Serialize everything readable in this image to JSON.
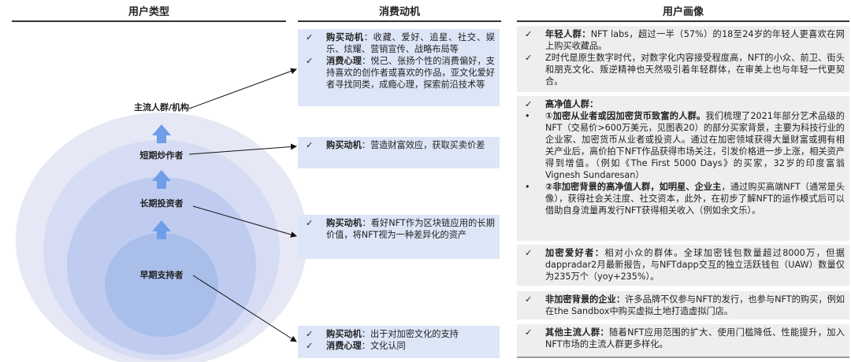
{
  "headers": {
    "col1": "用户类型",
    "col2": "消费动机",
    "col3": "用户画像"
  },
  "user_types": [
    "主流人群/机构",
    "短期炒作者",
    "长期投资者",
    "早期支持者"
  ],
  "check": "✓",
  "bullet": "•",
  "motives": [
    [
      {
        "k": "购买动机",
        "v": "：收藏、爱好、追星、社交、娱乐、炫耀、营销宣传、战略布局等"
      },
      {
        "k": "消费心理",
        "v": "：悦己、张扬个性的消费偏好，支持喜欢的创作者或喜欢的作品，亚文化爱好者寻找同类，成瘾心理，探索前沿技术等"
      }
    ],
    [
      {
        "k": "购买动机",
        "v": "：营造财富效应，获取买卖价差"
      }
    ],
    [
      {
        "k": "购买动机",
        "v": "：看好NFT作为区块链应用的长期价值，将NFT视为一种差异化的资产"
      }
    ],
    [
      {
        "k": "购买动机",
        "v": "：出于对加密文化的支持"
      },
      {
        "k": "消费心理",
        "v": "：文化认同"
      }
    ]
  ],
  "portraits": {
    "young": [
      {
        "k": "年轻人群：",
        "v": "NFT labs，超过一半（57%）的18至24岁的年轻人更喜欢在网上购买收藏品。"
      },
      {
        "k": "",
        "v": "Z时代是原生数字时代，对数字化内容接受程度高，NFT的小众、前卫、街头和朋克文化、叛逆精神也天然吸引着年轻群体，在审美上也与年轻一代更契合。"
      }
    ],
    "hnw": {
      "title": "高净值人群：",
      "items": [
        {
          "k": "①加密从业者或因加密货币致富的人群。",
          "v": "我们梳理了2021年部分艺术品级的NFT（交易价>600万美元，见图表20）的部分买家背景，主要为科技行业的企业家、加密货币从业者或投资人。通过在加密领域获得大量财富或拥有相关产业后，高价拍下NFT作品获得市场关注，引发价格进一步上涨，相关资产得到增值。（例如《The First 5000 Days》的买家，32岁的印度富翁Vignesh Sundaresan）"
        },
        {
          "k": "②非加密背景的高净值人群，如明星、企业主",
          "v": "，通过购买高端NFT（通常是头像），获得社会关注度、社交资本，此外，在初步了解NFT的运作模式后可以借助自身流量再发行NFT获得相关收入（例如余文乐）。"
        }
      ]
    },
    "crypto": {
      "k": "加密爱好者：",
      "v": "相对小众的群体。全球加密钱包数量超过8000万，但据dappradar2月最新报告，与NFTdapp交互的独立活跃钱包（UAW）数量仅为235万个（yoy+235%）。"
    },
    "enterprise": {
      "k": "非加密背景的企业：",
      "v": "许多品牌不仅参与NFT的发行，也参与NFT的购买，例如在the Sandbox中购买虚拟土地打造虚拟门店。"
    },
    "other": {
      "k": "其他主流人群：",
      "v": "随着NFT应用范围的扩大、使用门槛降低、性能提升，加入NFT市场的主流人群更多样化。"
    }
  },
  "colors": {
    "c1": "#e7e8f5",
    "c2": "#d5dcf3",
    "c3": "#bfccf0",
    "c4": "#a9bfea",
    "arrow": "#6f9de8"
  }
}
